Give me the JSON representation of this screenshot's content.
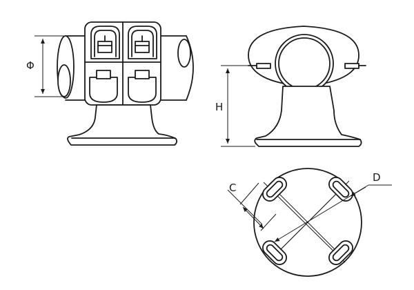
{
  "labels": {
    "phi": "Φ",
    "height": "H",
    "c": "C",
    "d": "D"
  }
}
